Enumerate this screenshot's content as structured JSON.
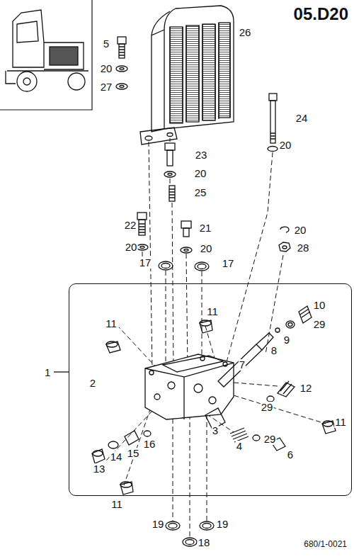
{
  "diagram": {
    "title": "05.D20",
    "caption": "680/1-0021",
    "nodes": [
      {
        "text": [
          "1"
        ]
      }
    ],
    "labels": [
      "5",
      "20",
      "27",
      "26",
      "24",
      "20",
      "23",
      "20",
      "25",
      "22",
      "21",
      "20",
      "20",
      "20",
      "28",
      "17",
      "17",
      "11",
      "11",
      "10",
      "29",
      "9",
      "8",
      "7",
      "2",
      "12",
      "29",
      "3",
      "4",
      "29",
      "6",
      "16",
      "15",
      "14",
      "13",
      "11",
      "11",
      "19",
      "18",
      "19"
    ]
  }
}
